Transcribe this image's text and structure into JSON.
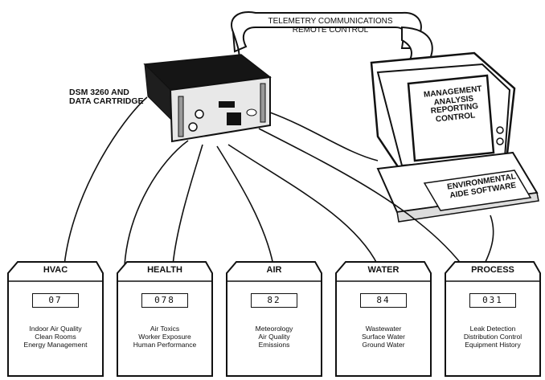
{
  "telemetry": {
    "line1": "TELEMETRY COMMUNICATIONS",
    "line2": "REMOTE CONTROL"
  },
  "dsm": {
    "line1": "DSM 3260 AND",
    "line2": "DATA CARTRIDGE"
  },
  "monitor": {
    "lines": [
      "MANAGEMENT",
      "ANALYSIS",
      "REPORTING",
      "CONTROL"
    ]
  },
  "software": {
    "line1": "ENVIRONMENTAL",
    "line2": "AIDE SOFTWARE"
  },
  "modules": [
    {
      "title": "HVAC",
      "code": "07",
      "lines": [
        "Indoor Air Quality",
        "Clean Rooms",
        "Energy Management"
      ]
    },
    {
      "title": "HEALTH",
      "code": "078",
      "lines": [
        "Air Toxics",
        "Worker Exposure",
        "Human Performance"
      ]
    },
    {
      "title": "AIR",
      "code": "82",
      "lines": [
        "Meteorology",
        "Air Quality",
        "Emissions"
      ]
    },
    {
      "title": "WATER",
      "code": "84",
      "lines": [
        "Wastewater",
        "Surface Water",
        "Ground Water"
      ]
    },
    {
      "title": "PROCESS",
      "code": "031",
      "lines": [
        "Leak Detection",
        "Distribution Control",
        "Equipment History"
      ]
    }
  ]
}
